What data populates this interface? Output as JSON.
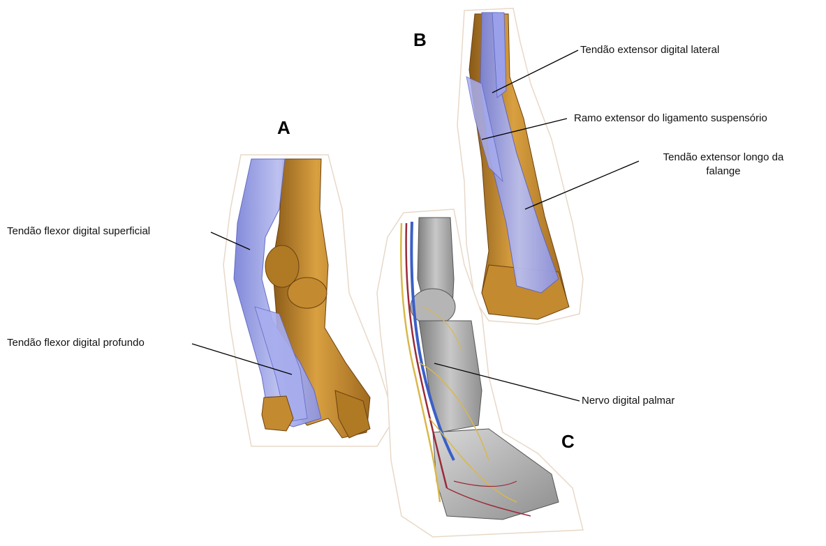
{
  "panels": {
    "a": "A",
    "b": "B",
    "c": "C"
  },
  "labels": {
    "superficial_flexor": "Tendão flexor digital superficial",
    "deep_flexor": "Tendão flexor digital profundo",
    "lateral_extensor": "Tendão extensor digital lateral",
    "suspensory_branch": "Ramo extensor do ligamento suspensório",
    "long_extensor_line1": "Tendão extensor longo da",
    "long_extensor_line2": "falange",
    "palmar_nerve": "Nervo digital palmar"
  },
  "colors": {
    "bone": "#c98f2e",
    "bone_shadow": "#8a5a18",
    "tendon": "#8c93e0",
    "tendon_light": "#c9cdf4",
    "grey_bone": "#a8a8a8",
    "nerve": "#d9b84a",
    "vein": "#3a5fc8",
    "artery": "#9a2a3a",
    "outline": "#e8d8c8"
  }
}
